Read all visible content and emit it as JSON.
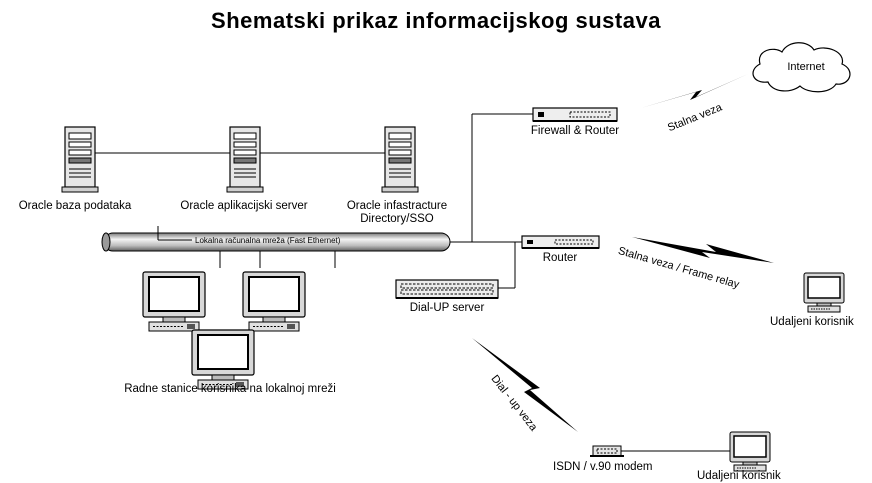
{
  "title": "Shematski prikaz informacijskog sustava",
  "servers": [
    {
      "name": "Oracle baza podataka"
    },
    {
      "name": "Oracle aplikacijski server"
    },
    {
      "name": "Oracle infastracture",
      "name2": "Directory/SSO"
    }
  ],
  "lan": {
    "label": "Lokalna računalna mreža (Fast Ethernet)"
  },
  "workstations": {
    "label": "Radne stanice korisnika na lokalnoj mreži"
  },
  "firewall": {
    "label": "Firewall & Router"
  },
  "router": {
    "label": "Router"
  },
  "dialup_server": {
    "label": "Dial-UP server"
  },
  "internet": {
    "label": "Internet"
  },
  "links": {
    "stalna_veza": "Stalna veza",
    "frame_relay": "Stalna veza / Frame relay",
    "dialup": "Dial - up veza"
  },
  "modem": {
    "label": "ISDN / v.90 modem"
  },
  "remote_user_1": {
    "label": "Udaljeni korisnik"
  },
  "remote_user_2": {
    "label": "Udaljeni korisnik"
  }
}
